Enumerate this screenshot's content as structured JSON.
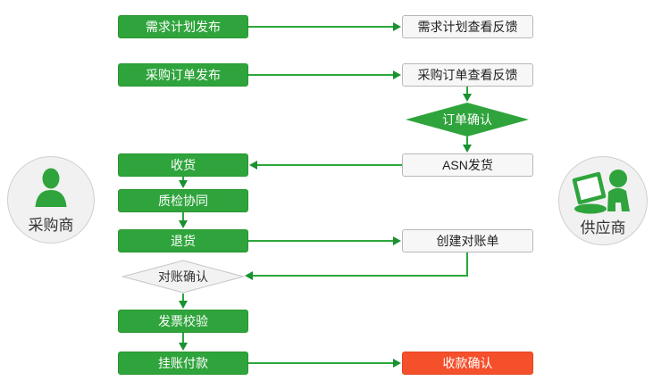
{
  "diagram": {
    "buyer": {
      "label": "采购商"
    },
    "supplier": {
      "label": "供应商"
    },
    "nodes": {
      "demand_plan_publish": "需求计划发布",
      "demand_plan_feedback": "需求计划查看反馈",
      "po_publish": "采购订单发布",
      "po_feedback": "采购订单查看反馈",
      "order_confirm": "订单确认",
      "receive_goods": "收货",
      "asn_ship": "ASN发货",
      "quality_collab": "质检协同",
      "return_goods": "退货",
      "create_statement": "创建对账单",
      "statement_confirm": "对账确认",
      "invoice_check": "发票校验",
      "book_payment": "挂账付款",
      "receipt_confirm": "收款确认"
    },
    "colors": {
      "step_green": "#2FA43C",
      "final_red": "#F4502C",
      "arrow_green": "#2BA73B",
      "arrowhead_green": "#1A9130"
    }
  }
}
